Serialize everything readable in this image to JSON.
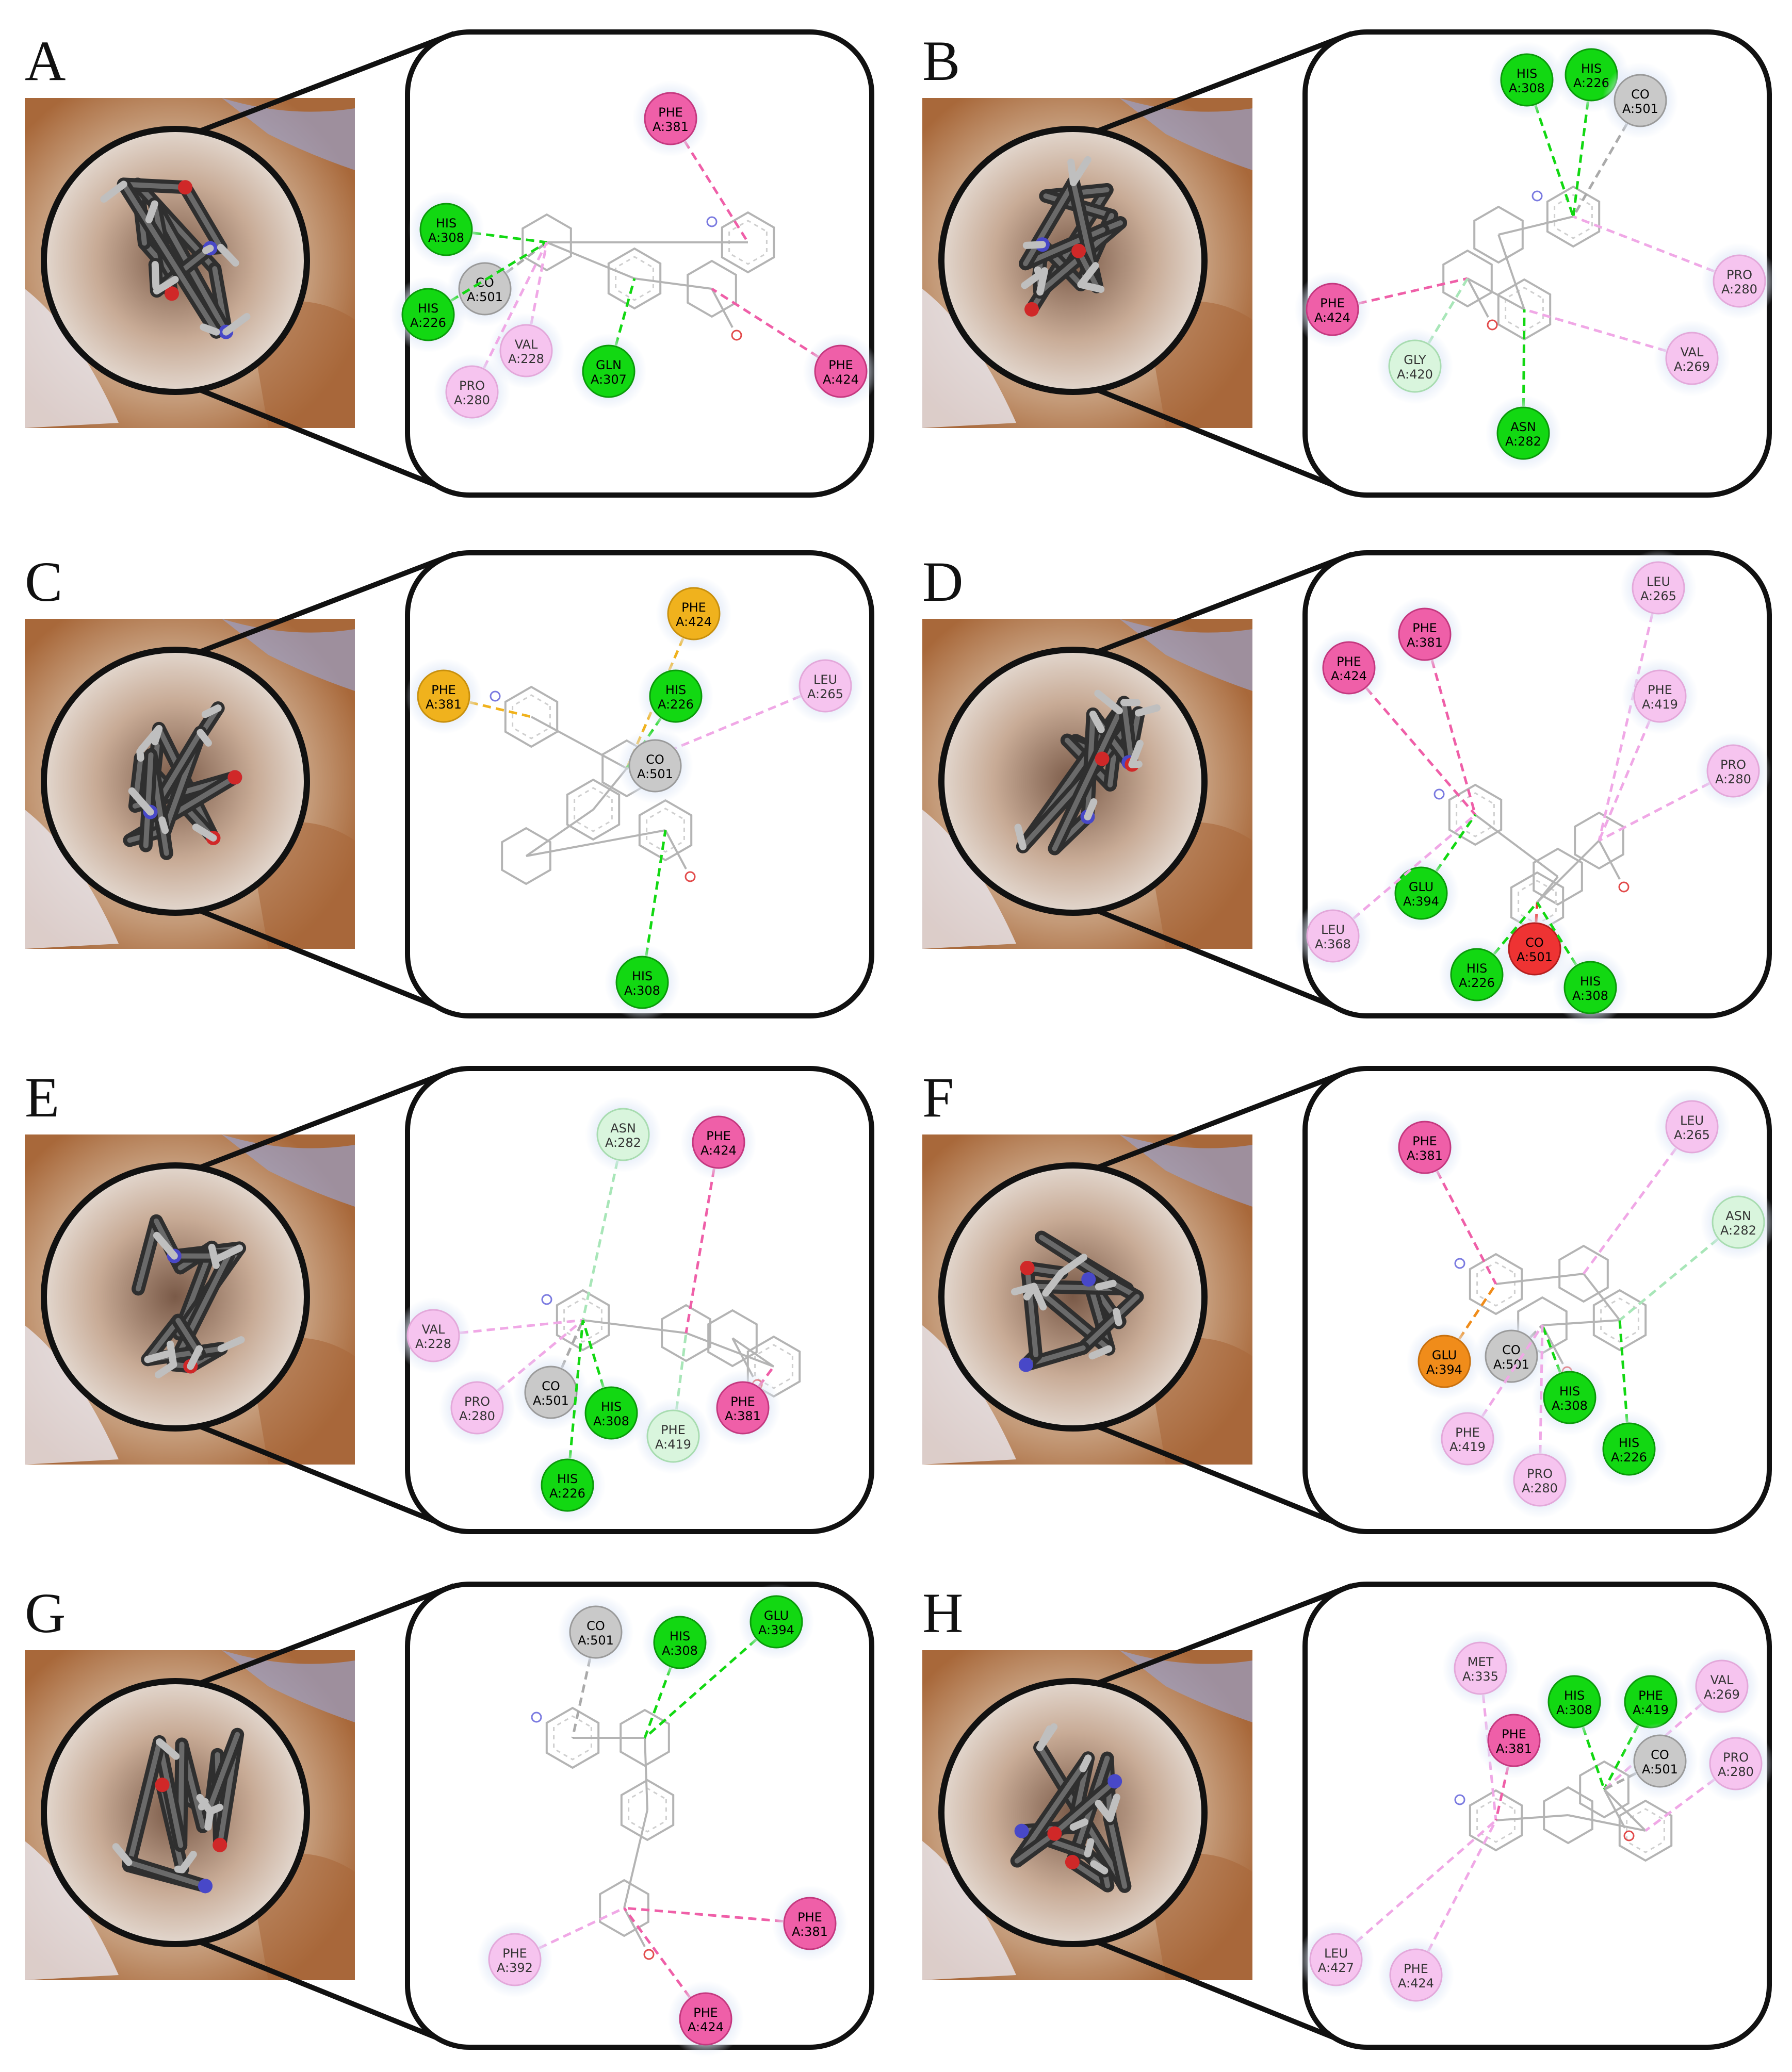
{
  "colors": {
    "hbond_green": "#12d812",
    "hbond_light": "#9fe6b0",
    "pi_pink": "#ef5fa8",
    "pi_light_pink": "#f6b8ea",
    "pi_sulfur_orange": "#f0b21d",
    "electrostatic_orange": "#f08c1a",
    "metal_grey": "#c9c9c9",
    "unfavorable_red": "#ee3333",
    "surface_tan": "#c49a78",
    "surface_blue": "#9aa0c8",
    "surface_brown": "#a8683a"
  },
  "panels": [
    {
      "id": "A",
      "residues": [
        {
          "name": "PHE",
          "chain": "A:381",
          "type": "pi"
        },
        {
          "name": "HIS",
          "chain": "A:308",
          "type": "hbond"
        },
        {
          "name": "CO",
          "chain": "A:501",
          "type": "metal"
        },
        {
          "name": "HIS",
          "chain": "A:226",
          "type": "hbond"
        },
        {
          "name": "VAL",
          "chain": "A:228",
          "type": "alkyl"
        },
        {
          "name": "PRO",
          "chain": "A:280",
          "type": "alkyl"
        },
        {
          "name": "GLN",
          "chain": "A:307",
          "type": "hbond"
        },
        {
          "name": "PHE",
          "chain": "A:424",
          "type": "pi"
        }
      ]
    },
    {
      "id": "B",
      "residues": [
        {
          "name": "HIS",
          "chain": "A:308",
          "type": "hbond"
        },
        {
          "name": "HIS",
          "chain": "A:226",
          "type": "hbond"
        },
        {
          "name": "CO",
          "chain": "A:501",
          "type": "metal"
        },
        {
          "name": "PHE",
          "chain": "A:424",
          "type": "pi"
        },
        {
          "name": "GLY",
          "chain": "A:420",
          "type": "carbon"
        },
        {
          "name": "PRO",
          "chain": "A:280",
          "type": "alkyl"
        },
        {
          "name": "VAL",
          "chain": "A:269",
          "type": "alkyl"
        },
        {
          "name": "ASN",
          "chain": "A:282",
          "type": "hbond"
        }
      ]
    },
    {
      "id": "C",
      "residues": [
        {
          "name": "PHE",
          "chain": "A:424",
          "type": "sulfur"
        },
        {
          "name": "PHE",
          "chain": "A:381",
          "type": "sulfur"
        },
        {
          "name": "HIS",
          "chain": "A:226",
          "type": "hbond"
        },
        {
          "name": "LEU",
          "chain": "A:265",
          "type": "alkyl"
        },
        {
          "name": "CO",
          "chain": "A:501",
          "type": "metal"
        },
        {
          "name": "HIS",
          "chain": "A:308",
          "type": "hbond"
        }
      ]
    },
    {
      "id": "D",
      "residues": [
        {
          "name": "LEU",
          "chain": "A:265",
          "type": "alkyl"
        },
        {
          "name": "PHE",
          "chain": "A:381",
          "type": "pi"
        },
        {
          "name": "PHE",
          "chain": "A:424",
          "type": "pi"
        },
        {
          "name": "PHE",
          "chain": "A:419",
          "type": "alkyl"
        },
        {
          "name": "PRO",
          "chain": "A:280",
          "type": "alkyl"
        },
        {
          "name": "GLU",
          "chain": "A:394",
          "type": "hbond"
        },
        {
          "name": "CO",
          "chain": "A:501",
          "type": "unfav"
        },
        {
          "name": "LEU",
          "chain": "A:368",
          "type": "alkyl"
        },
        {
          "name": "HIS",
          "chain": "A:226",
          "type": "hbond"
        },
        {
          "name": "HIS",
          "chain": "A:308",
          "type": "hbond"
        }
      ]
    },
    {
      "id": "E",
      "residues": [
        {
          "name": "ASN",
          "chain": "A:282",
          "type": "carbon"
        },
        {
          "name": "PHE",
          "chain": "A:424",
          "type": "pi"
        },
        {
          "name": "VAL",
          "chain": "A:228",
          "type": "alkyl"
        },
        {
          "name": "PRO",
          "chain": "A:280",
          "type": "alkyl"
        },
        {
          "name": "CO",
          "chain": "A:501",
          "type": "metal"
        },
        {
          "name": "HIS",
          "chain": "A:308",
          "type": "hbond"
        },
        {
          "name": "PHE",
          "chain": "A:419",
          "type": "carbon"
        },
        {
          "name": "PHE",
          "chain": "A:381",
          "type": "pi"
        },
        {
          "name": "HIS",
          "chain": "A:226",
          "type": "hbond"
        }
      ]
    },
    {
      "id": "F",
      "residues": [
        {
          "name": "PHE",
          "chain": "A:381",
          "type": "pi"
        },
        {
          "name": "LEU",
          "chain": "A:265",
          "type": "alkyl"
        },
        {
          "name": "ASN",
          "chain": "A:282",
          "type": "carbon"
        },
        {
          "name": "GLU",
          "chain": "A:394",
          "type": "elec"
        },
        {
          "name": "CO",
          "chain": "A:501",
          "type": "metal"
        },
        {
          "name": "HIS",
          "chain": "A:308",
          "type": "hbond"
        },
        {
          "name": "PHE",
          "chain": "A:419",
          "type": "alkyl"
        },
        {
          "name": "PRO",
          "chain": "A:280",
          "type": "alkyl"
        },
        {
          "name": "HIS",
          "chain": "A:226",
          "type": "hbond"
        }
      ]
    },
    {
      "id": "G",
      "residues": [
        {
          "name": "CO",
          "chain": "A:501",
          "type": "metal"
        },
        {
          "name": "HIS",
          "chain": "A:308",
          "type": "hbond"
        },
        {
          "name": "GLU",
          "chain": "A:394",
          "type": "hbond"
        },
        {
          "name": "PHE",
          "chain": "A:392",
          "type": "alkyl"
        },
        {
          "name": "PHE",
          "chain": "A:381",
          "type": "pi"
        },
        {
          "name": "PHE",
          "chain": "A:424",
          "type": "pi"
        }
      ]
    },
    {
      "id": "H",
      "residues": [
        {
          "name": "MET",
          "chain": "A:335",
          "type": "alkyl"
        },
        {
          "name": "HIS",
          "chain": "A:308",
          "type": "hbond"
        },
        {
          "name": "PHE",
          "chain": "A:419",
          "type": "hbond"
        },
        {
          "name": "VAL",
          "chain": "A:269",
          "type": "alkyl"
        },
        {
          "name": "PHE",
          "chain": "A:381",
          "type": "pi"
        },
        {
          "name": "CO",
          "chain": "A:501",
          "type": "metal"
        },
        {
          "name": "PRO",
          "chain": "A:280",
          "type": "alkyl"
        },
        {
          "name": "LEU",
          "chain": "A:427",
          "type": "alkyl"
        },
        {
          "name": "PHE",
          "chain": "A:424",
          "type": "alkyl"
        }
      ]
    }
  ]
}
